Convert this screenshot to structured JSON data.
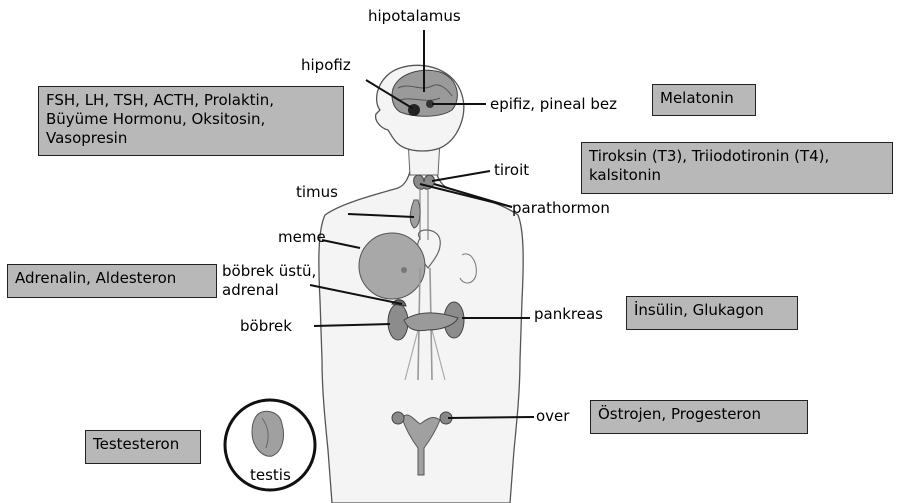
{
  "organs": {
    "hypothalamus": "hipotalamus",
    "pituitary": "hipofiz",
    "pineal": "epifiz, pineal bez",
    "thyroid": "tiroit",
    "parathyroid": "parathormon",
    "thymus": "timus",
    "breast": "meme",
    "adrenal_line1": "böbrek üstü,",
    "adrenal_line2": "adrenal",
    "kidney": "böbrek",
    "pancreas": "pankreas",
    "ovary": "over",
    "testis": "testis"
  },
  "hormones": {
    "pituitary_line1": "FSH, LH, TSH, ACTH, Prolaktin,",
    "pituitary_line2": "Büyüme Hormonu, Oksitosin,",
    "pituitary_line3": "Vasopresin",
    "pineal": "Melatonin",
    "thyroid_line1": "Tiroksin (T3), Triiodotironin (T4),",
    "thyroid_line2": "kalsitonin",
    "adrenal": "Adrenalin, Aldesteron",
    "pancreas": "İnsülin, Glukagon",
    "ovary": "Östrojen, Progesteron",
    "testis": "Testesteron"
  },
  "colors": {
    "box_fill": "#b8b8b8",
    "body_fill": "#efefef",
    "organ_fill": "#9c9c9c",
    "outline": "#333333"
  }
}
